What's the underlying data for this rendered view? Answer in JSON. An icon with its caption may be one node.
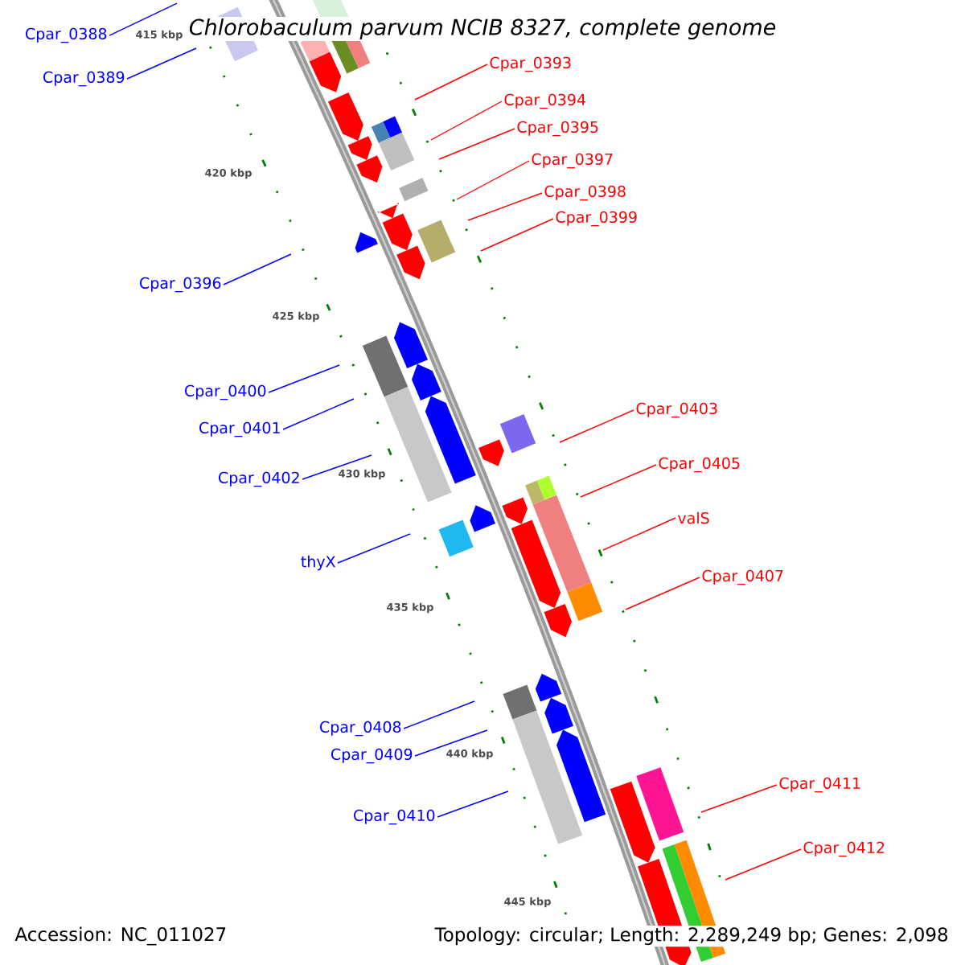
{
  "diagram": {
    "title": "*Chlorobaculum parvum* NCIB 8327, complete genome",
    "nodes": [
      {
        "text": [
          "Cpar_0388"
        ]
      },
      {
        "text": [
          "Cpar_0389"
        ]
      },
      {
        "text": [
          "Cpar_0393"
        ]
      },
      {
        "text": [
          "Cpar_0394"
        ]
      },
      {
        "text": [
          "Cpar_0395"
        ]
      },
      {
        "text": [
          "Cpar_0397"
        ]
      },
      {
        "text": [
          "Cpar_0398"
        ]
      },
      {
        "text": [
          "Cpar_0399"
        ]
      },
      {
        "text": [
          "Cpar_0396"
        ]
      },
      {
        "text": [
          "Cpar_0400"
        ]
      },
      {
        "text": [
          "Cpar_0401"
        ]
      },
      {
        "text": [
          "Cpar_0403"
        ]
      },
      {
        "text": [
          "Cpar_0402"
        ]
      },
      {
        "text": [
          "Cpar_0405"
        ]
      },
      {
        "text": [
          "valS"
        ]
      },
      {
        "text": [
          "thyX"
        ]
      },
      {
        "text": [
          "Cpar_0407"
        ]
      },
      {
        "text": [
          "Cpar_0408"
        ]
      },
      {
        "text": [
          "Cpar_0409"
        ]
      },
      {
        "text": [
          "Cpar_0410"
        ]
      },
      {
        "text": [
          "Cpar_0411"
        ]
      },
      {
        "text": [
          "Cpar_0412"
        ]
      }
    ],
    "edges": [
      {
        "from": 0,
        "to": null,
        "arrow": "none",
        "color": "#0000ff"
      },
      {
        "from": 1,
        "to": null,
        "arrow": "none",
        "color": "#0000ff"
      },
      {
        "from": 2,
        "to": null,
        "arrow": "none"
      },
      {
        "from": 3,
        "to": null,
        "arrow": "none"
      },
      {
        "from": 4,
        "to": null,
        "arrow": "none"
      },
      {
        "from": 5,
        "to": null,
        "arrow": "none"
      },
      {
        "from": 6,
        "to": null,
        "arrow": "none"
      },
      {
        "from": 7,
        "to": null,
        "arrow": "none"
      },
      {
        "from": 8,
        "to": null,
        "arrow": "none",
        "color": "#0000ff"
      },
      {
        "from": 9,
        "to": null,
        "arrow": "none",
        "color": "#0000ff"
      },
      {
        "from": 10,
        "to": null,
        "arrow": "none",
        "color": "#0000ff"
      },
      {
        "from": 11,
        "to": null,
        "arrow": "none"
      },
      {
        "from": 12,
        "to": null,
        "arrow": "none",
        "color": "#0000ff"
      },
      {
        "from": 13,
        "to": null,
        "arrow": "none"
      },
      {
        "from": 14,
        "to": null,
        "arrow": "none"
      },
      {
        "from": 15,
        "to": null,
        "arrow": "none",
        "color": "#0000ff"
      },
      {
        "from": 16,
        "to": null,
        "arrow": "none"
      },
      {
        "from": 17,
        "to": null,
        "arrow": "none",
        "color": "#0000ff"
      },
      {
        "from": 18,
        "to": null,
        "arrow": "none",
        "color": "#0000ff"
      },
      {
        "from": 19,
        "to": null,
        "arrow": "none",
        "color": "#0000ff"
      },
      {
        "from": 20,
        "to": null,
        "arrow": "none"
      },
      {
        "from": 21,
        "to": null,
        "arrow": "none"
      }
    ],
    "labels": [
      "415 kbp",
      "420 kbp",
      "425 kbp",
      "430 kbp",
      "435 kbp",
      "440 kbp",
      "445 kbp",
      "Accession: NC_011027",
      "Topology: circular; Length: 2,289,249 bp; Genes: 2,098"
    ]
  }
}
